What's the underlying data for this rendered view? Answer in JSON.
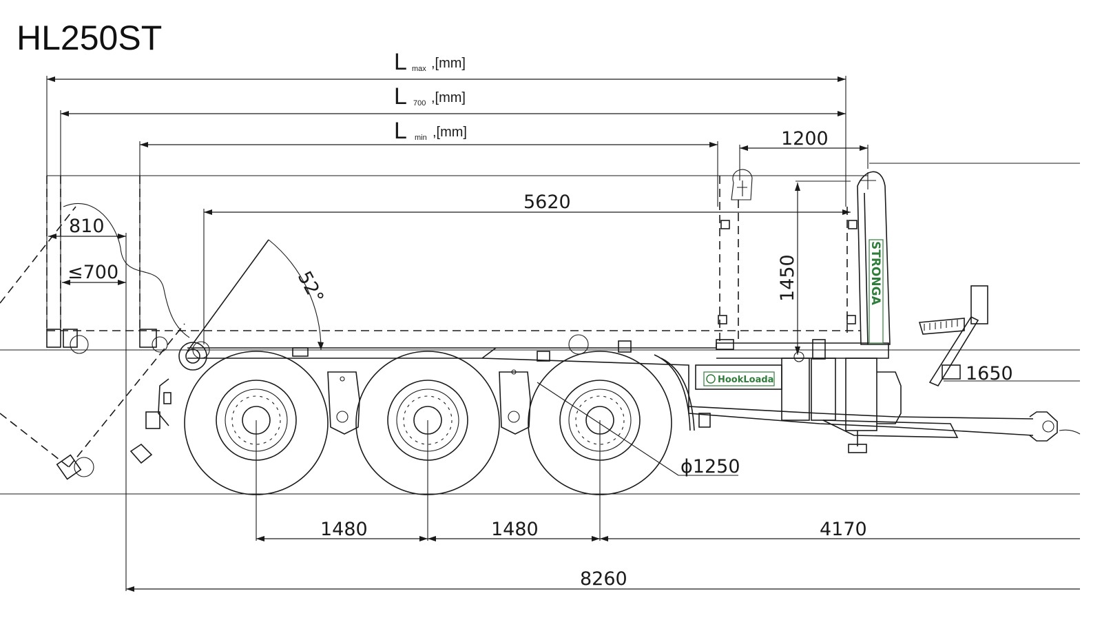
{
  "title": "HL250ST",
  "length_labels": {
    "letter": "L",
    "max_sub": "max",
    "d700_sub": "700",
    "min_sub": "min",
    "unit": ",[mm]"
  },
  "dimensions": {
    "d1200": "1200",
    "d5620": "5620",
    "d1450": "1450",
    "d810": "810",
    "d700": "≤700",
    "angle": "52°",
    "d1650": "1650",
    "wheel": "ϕ1250",
    "axle1": "1480",
    "axle2": "1480",
    "rear": "4170",
    "overall": "8260"
  },
  "branding": {
    "vertical": "STRONGA",
    "hookloada": "HookLoada"
  }
}
